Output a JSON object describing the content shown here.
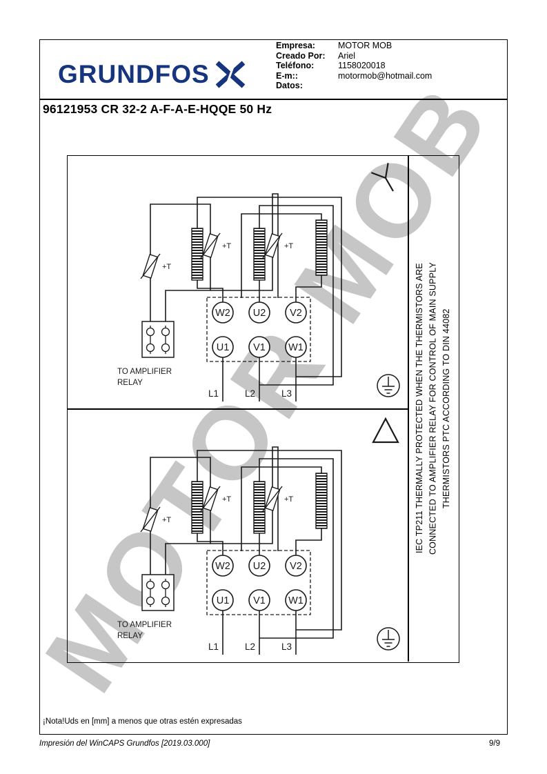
{
  "watermark": "MOTOR MOB",
  "header": {
    "logo_text": "GRUNDFOS",
    "info_rows": [
      {
        "label": "Empresa:",
        "value": "MOTOR MOB"
      },
      {
        "label": "Creado Por:",
        "value": "Ariel"
      },
      {
        "label": "Teléfono:",
        "value": "1158020018"
      },
      {
        "label": "E-m::",
        "value": "motormob@hotmail.com"
      },
      {
        "label": "Datos:",
        "value": ""
      }
    ]
  },
  "title": "96121953 CR 32-2 A-F-A-E-HQQE 50 Hz",
  "diagram": {
    "terminals_top": [
      "W2",
      "U2",
      "V2"
    ],
    "terminals_bottom": [
      "U1",
      "V1",
      "W1"
    ],
    "supply_lines": [
      "L1",
      "L2",
      "L3"
    ],
    "thermistor_label": "+T",
    "relay_label_line1": "TO AMPLIFIER",
    "relay_label_line2": "RELAY",
    "symbols": {
      "top_diagram": "star-connection",
      "bottom_diagram": "delta-connection",
      "corner": "protective-earth-ground"
    },
    "colors": {
      "line": "#1a1a1a",
      "logo_blue": "#17357e"
    }
  },
  "side_note_lines": [
    "IEC TP211 THERMALLY PROTECTED WHEN THE THERMISTORS ARE",
    "CONNECTED TO AMPLIFIER RELAY FOR CONTROL OF MAIN SUPPLY",
    "THERMISTORS PTC ACCORDING TO DIN 44082"
  ],
  "footer": {
    "note": "¡Nota!Uds en [mm] a menos que otras estén expresadas",
    "print_info": "Impresión del WinCAPS Grundfos [2019.03.000]",
    "page_number": "9/9"
  }
}
